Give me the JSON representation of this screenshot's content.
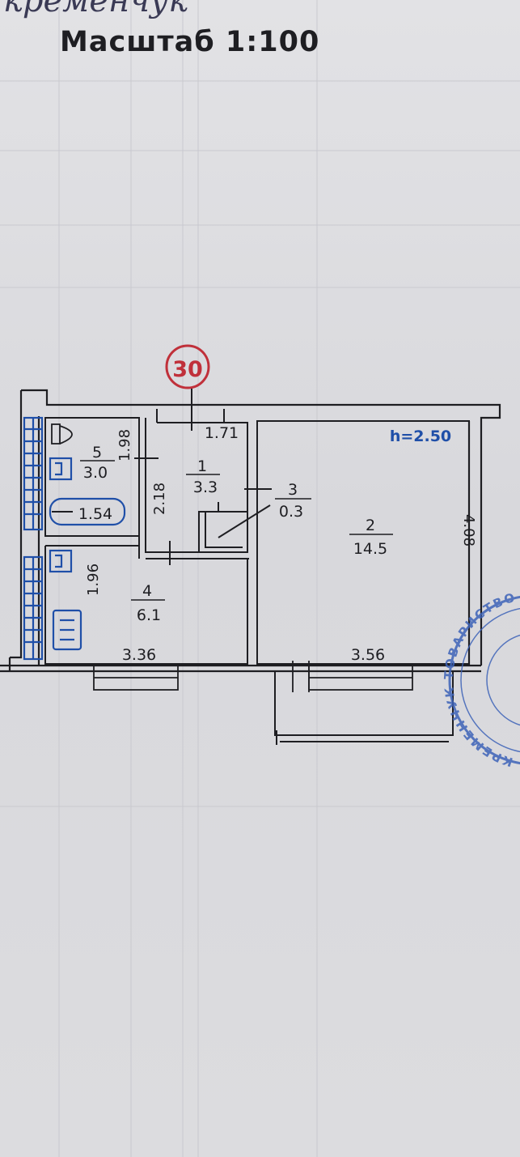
{
  "header": {
    "handwriting": "кременчук",
    "scale_title": "Масштаб 1:100"
  },
  "plan": {
    "apartment_number": "30",
    "ceiling_height": "h=2.50",
    "rooms": [
      {
        "number": "1",
        "area": "3.3"
      },
      {
        "number": "2",
        "area": "14.5"
      },
      {
        "number": "3",
        "area": "0.3"
      },
      {
        "number": "4",
        "area": "6.1"
      },
      {
        "number": "5",
        "area": "3.0"
      }
    ],
    "dimensions": {
      "corridor_width": "1.71",
      "bath_height": "1.98",
      "corridor_height": "2.18",
      "bathtub_length": "1.54",
      "kitchen_height": "1.96",
      "kitchen_width": "3.36",
      "room_width": "3.56",
      "room_height": "4.08"
    }
  },
  "stamp": {
    "text": "КРЕМЕНЧУК ТОВАРИСТВО"
  },
  "colors": {
    "ink": "#1e1e22",
    "blue": "#1f4fa8",
    "red": "#c0303a"
  }
}
